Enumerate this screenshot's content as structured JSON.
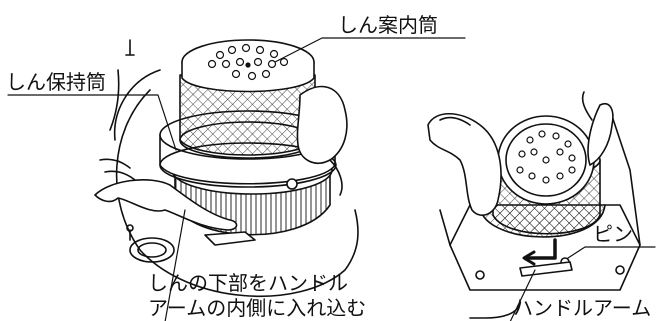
{
  "labels": {
    "wick_guide_tube": "しん案内筒",
    "wick_holder_tube": "しん保持筒",
    "pin": "ピン",
    "instruction_line1": "しんの下部をハンドル",
    "instruction_line2": "アームの内側に入れ込む",
    "handle_arm": "ハンドルアーム"
  },
  "colors": {
    "line": "#111111",
    "background": "#ffffff"
  }
}
